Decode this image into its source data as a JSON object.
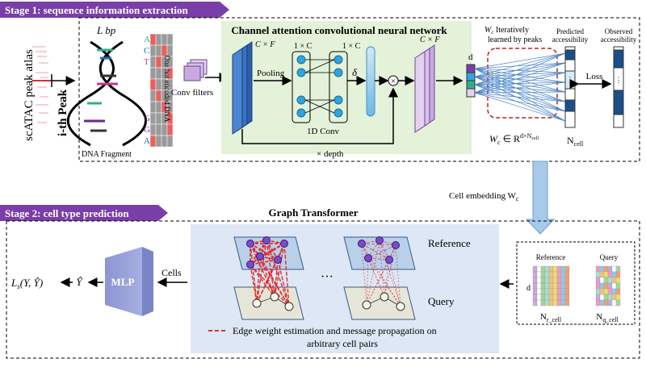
{
  "stage1": {
    "banner": "Stage 1: sequence information extraction",
    "atlas_label": "scATAC peak atlas",
    "peak_label": "i-th Peak",
    "bp_label": "L bp",
    "dna_fragment": "DNA Fragment",
    "onehot_label": "One hot encoded DNA",
    "onehot_letters": [
      "A",
      "C",
      "T",
      "G",
      "G",
      "A"
    ],
    "conv_filters": "Conv filters",
    "cnn_title": "Channel attention convolutional neural network",
    "cxf_left": "C × F",
    "cxf_right": "C × F",
    "pooling": "Pooling",
    "one_c_a": "1 × C",
    "one_c_b": "1 × C",
    "delta": "δ",
    "conv1d": "1D Conv",
    "depth": "× depth",
    "d_label": "d",
    "wc_learned": "W",
    "wc_learned_sub": "c",
    "wc_learned_rest": " Iteratively",
    "wc_learned_line2": "learned by peaks",
    "predicted": "Predicted",
    "accessibility_a": "accessibility",
    "observed": "Observed",
    "accessibility_b": "accessibility",
    "loss": "Loss",
    "wc_formula": "W",
    "wc_formula_sub": "c",
    "wc_formula_rest": " ∈ R",
    "wc_formula_sup": "d×N",
    "wc_formula_sup_sub": "cell",
    "ncell": "N",
    "ncell_sub": "cell"
  },
  "link": {
    "cell_embedding": "Cell embedding W",
    "cell_embedding_sub": "c"
  },
  "stage2": {
    "banner": "Stage 2: cell type prediction",
    "graph_title": "Graph Transformer",
    "reference": "Reference",
    "query": "Query",
    "ellipsis": "···",
    "edge_legend_line1": "Edge weight estimation  and message propagation on",
    "edge_legend_line2": "arbitrary cell pairs",
    "cells": "Cells",
    "mlp": "MLP",
    "yhat": "Ŷ",
    "loss_fn": "L",
    "loss_fn_sub": "s",
    "loss_fn_args": "(Y, Ŷ)",
    "ref_small": "Reference",
    "query_small": "Query",
    "d_small": "d",
    "nr_cell": "N",
    "nr_cell_sub": "r_cell",
    "nq_cell": "N",
    "nq_cell_sub": "q_cell"
  },
  "colors": {
    "banner": "#7a3ea8",
    "cnn_bg": "#e3f2d8",
    "graph_bg": "#dde7f5",
    "arrow_blue": "#6fa8dc",
    "red_edge": "#e03030"
  }
}
